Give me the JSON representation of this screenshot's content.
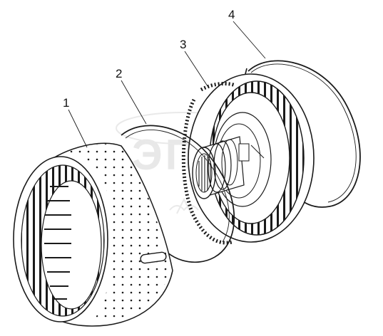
{
  "callouts": [
    {
      "number": "1"
    },
    {
      "number": "2"
    },
    {
      "number": "3"
    },
    {
      "number": "4"
    }
  ],
  "watermark": {
    "text": "ЭПД"
  },
  "colors": {
    "line": "#1a1a1a",
    "watermark": "#cfcfcf"
  }
}
